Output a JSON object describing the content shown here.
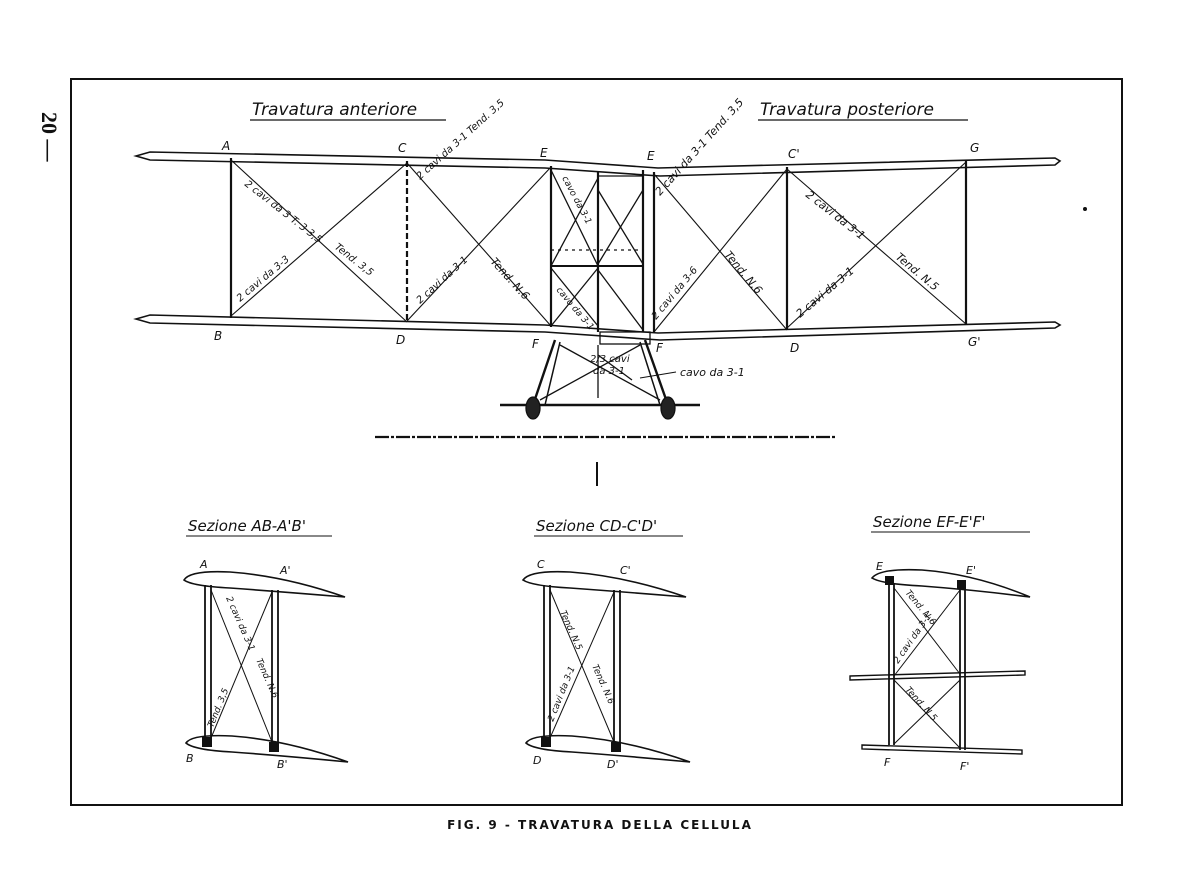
{
  "page_number": "20 —",
  "caption": "FIG. 9 - TRAVATURA DELLA CELLULA",
  "front_view": {
    "title_left": "Travatura anteriore",
    "title_right": "Travatura posteriore",
    "node_labels": {
      "A": "A",
      "B": "B",
      "C": "C",
      "D": "D",
      "E": "E",
      "F": "F",
      "C2": "C'",
      "D2": "D",
      "G": "G",
      "G2": "G'",
      "E2": "E",
      "F2": "F"
    },
    "bay_labels": {
      "bay1_upper": "2 cavi da 3 T. 3 3,5",
      "bay1_lower": "2 cavi da 3-3",
      "bay1_tend": "Tend. 3,5",
      "bay2_upper": "2 cavi da 3-1 Tend. 3,5",
      "bay2_lower": "2 cavi da 3-1",
      "bay2_tend": "Tend. N.6",
      "bay3_upper": "2 cavi da 3-1 Tend. 3,5",
      "bay3_lower": "2 cavi da 3-6",
      "bay3_tend": "Tend. N.6",
      "bay4_upper": "2 cavi da 3-1",
      "bay4_lower": "2 cavi da 3-1",
      "bay4_tend": "Tend. N.5"
    },
    "center_labels": {
      "cav1": "cavo da 3-1",
      "cav2": "cavo da 3-1",
      "under1": "2/3 cavi",
      "under2": "da 3-1",
      "cavo_right": "cavo da 3-1"
    }
  },
  "sections": [
    {
      "title": "Sezione AB-A'B'",
      "top_left": "A",
      "top_right": "A'",
      "bottom_left": "B",
      "bottom_right": "B'",
      "wire_label_1": "2 cavi da 3-1",
      "wire_label_2": "Tend. 3,5",
      "wire_label_3": "Tend. N.6"
    },
    {
      "title": "Sezione CD-C'D'",
      "top_left": "C",
      "top_right": "C'",
      "bottom_left": "D",
      "bottom_right": "D'",
      "wire_label_1": "Tend. N.6",
      "wire_label_2": "Tend. N.5",
      "wire_label_3": "2 cavi da 3-1"
    },
    {
      "title": "Sezione EF-E'F'",
      "top_left": "E",
      "top_right": "E'",
      "bottom_left": "F",
      "bottom_right": "F'",
      "wire_label_1": "2 cavi da 3-1",
      "wire_label_2": "Tend. N.6",
      "wire_label_3": "Tend. N.5"
    }
  ]
}
